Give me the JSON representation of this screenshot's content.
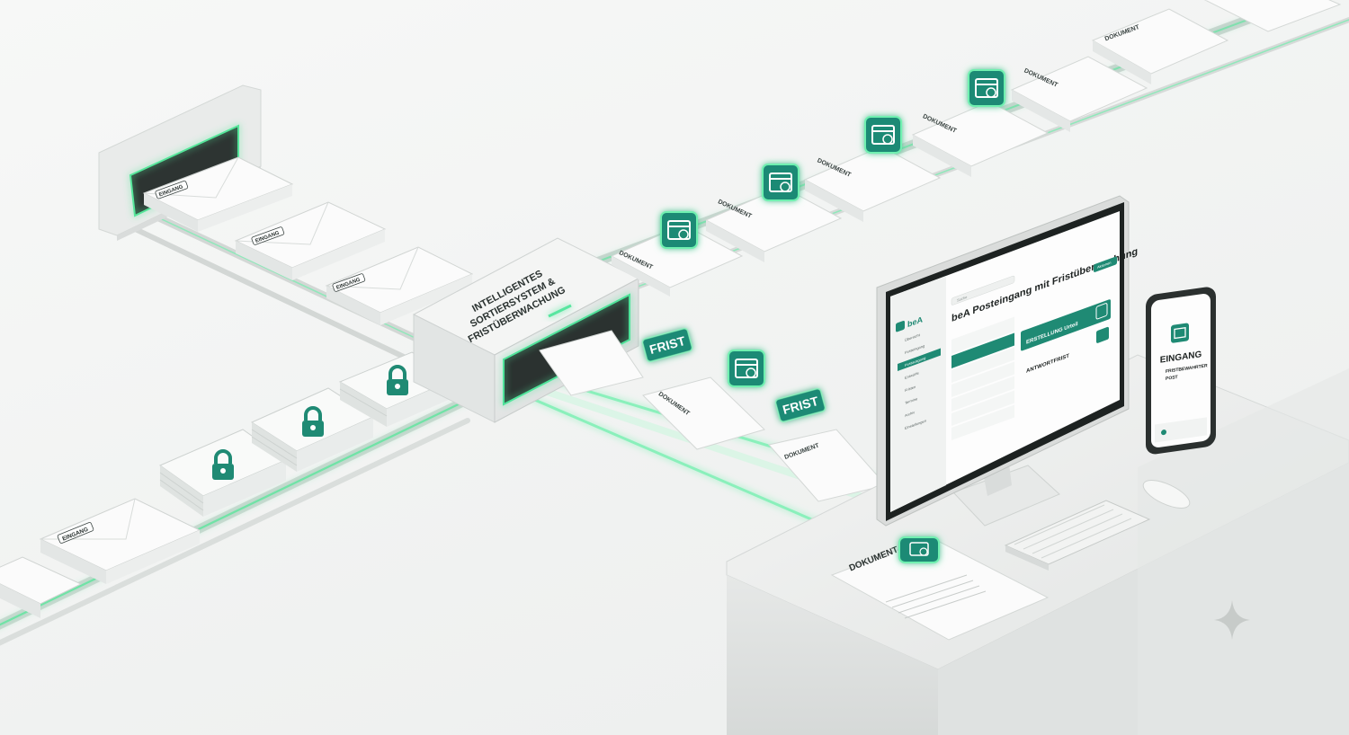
{
  "machine": {
    "line1": "INTELLIGENTES",
    "line2": "SORTIERSYSTEM &",
    "line3": "FRISTÜBERWACHUNG"
  },
  "badges": {
    "eingang": "EINGANG",
    "dokument": "DOKUMENT",
    "frist": "FRIST"
  },
  "monitor": {
    "title": "beA Posteingang mit Fristüberwachung",
    "logo": "beA",
    "search_placeholder": "Suche",
    "button": "Aktionen",
    "card_main": "ERSTELLUNG Urteil",
    "card_second": "ANTWORTFRIST",
    "sidebar_items": [
      "Übersicht",
      "Posteingang",
      "Postausgang",
      "Entwürfe",
      "Fristen",
      "Termine",
      "Archiv",
      "Einstellungen"
    ]
  },
  "phone": {
    "title": "EINGANG",
    "line1": "FRISTBEWAHRTER",
    "line2": "POST"
  },
  "colors": {
    "accent": "#1f8a74",
    "glow": "#3ee08f",
    "paper": "#fbfbfb"
  }
}
